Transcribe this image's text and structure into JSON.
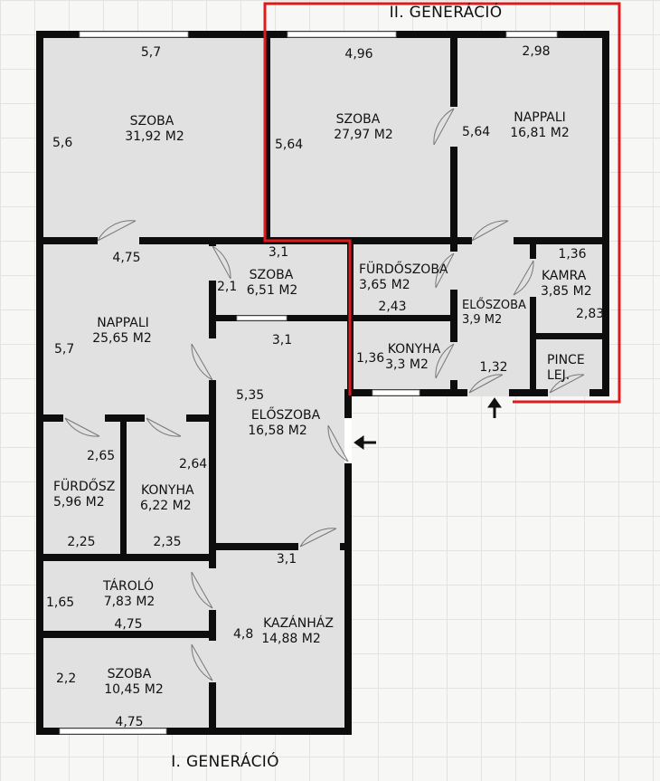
{
  "titles": {
    "top": "II. GENERÁCIÓ",
    "bottom": "I. GENERÁCIÓ"
  },
  "rooms": {
    "szoba1": {
      "name": "SZOBA",
      "area": "31,92 M2",
      "w": "5,7",
      "h": "5,6"
    },
    "szoba2": {
      "name": "SZOBA",
      "area": "27,97 M2",
      "w": "4,96",
      "h": "5,64"
    },
    "nappali2": {
      "name": "NAPPALI",
      "area": "16,81 M2",
      "w": "2,98",
      "h": "5,64"
    },
    "nappali1": {
      "name": "NAPPALI",
      "area": "25,65 M2",
      "w": "4,75",
      "h": "5,7"
    },
    "szoba_small": {
      "name": "SZOBA",
      "area": "6,51 M2",
      "w": "3,1",
      "h": "2,1"
    },
    "furdoszoba2": {
      "name": "FÜRDŐSZOBA",
      "area": "3,65 M2",
      "w": "2,43"
    },
    "eloszoba2": {
      "name": "ELŐSZOBA",
      "area": "3,9 M2",
      "w": "1,32"
    },
    "kamra": {
      "name": "KAMRA",
      "area": "3,85 M2",
      "w": "1,36",
      "h": "2,83"
    },
    "konyha2": {
      "name": "KONYHA",
      "area": "3,3 M2",
      "h": "1,36"
    },
    "pince": {
      "name1": "PINCE",
      "name2": "LEJ."
    },
    "eloszoba1": {
      "name": "ELŐSZOBA",
      "area": "16,58 M2",
      "w": "3,1",
      "h": "5,35"
    },
    "furdoszoba1": {
      "name": "FÜRDŐSZ",
      "area": "5,96 M2",
      "w": "2,25",
      "h": "2,65"
    },
    "konyha1": {
      "name": "KONYHA",
      "area": "6,22 M2",
      "w": "2,35",
      "h": "2,64"
    },
    "tarolo": {
      "name": "TÁROLÓ",
      "area": "7,83 M2",
      "w": "4,75",
      "h": "1,65"
    },
    "kazanhaz": {
      "name": "KAZÁNHÁZ",
      "area": "14,88 M2",
      "w": "3,1",
      "h": "4,8"
    },
    "szoba_bottom": {
      "name": "SZOBA",
      "area": "10,45 M2",
      "w": "4,75",
      "h": "2,2"
    }
  },
  "colors": {
    "wall": "#0d0d0d",
    "floor": "#e1e1e1",
    "boundary": "#e0191c",
    "window": "#ffffff"
  }
}
